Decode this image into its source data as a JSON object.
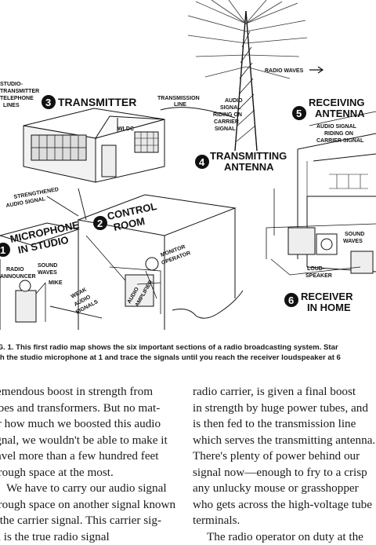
{
  "figure": {
    "labels": {
      "transmitter_num": "3",
      "transmitter": "TRANSMITTER",
      "studio_lines": [
        "STUDIO-",
        "TRANSMITTER",
        "TELEPHONE",
        "LINES"
      ],
      "transmission_line": [
        "TRANSMISSION",
        "LINE"
      ],
      "radio_waves": "RADIO WAVES",
      "audio_signal_riding": [
        "AUDIO",
        "SIGNAL",
        "RIDING ON",
        "CARRIER",
        "SIGNAL"
      ],
      "receiving_num": "5",
      "receiving_antenna": [
        "RECEIVING",
        "ANTENNA"
      ],
      "audio_riding_right": [
        "AUDIO SIGNAL",
        "RIDING ON",
        "CARRIER SIGNAL"
      ],
      "transmitting_num": "4",
      "transmitting_antenna": [
        "TRANSMITTING",
        "ANTENNA"
      ],
      "strengthened": [
        "STRENGTHENED",
        "AUDIO SIGNAL"
      ],
      "control_num": "2",
      "control_room": [
        "CONTROL",
        "ROOM"
      ],
      "microphone_num": "1",
      "microphone_studio": [
        "MICROPHONE",
        "IN STUDIO"
      ],
      "radio_announcer": [
        "RADIO",
        "ANNOUNCER"
      ],
      "sound_waves_left": [
        "SOUND",
        "WAVES"
      ],
      "mike": "MIKE",
      "weak_audio": [
        "WEAK",
        "AUDIO",
        "SIGNALS"
      ],
      "monitor_operator": [
        "MONITOR",
        "OPERATOR"
      ],
      "audio_amplifier": [
        "AUDIO",
        "AMPLIFIER"
      ],
      "sound_waves_right": [
        "SOUND",
        "WAVES"
      ],
      "loudspeaker": [
        "LOUD-",
        "SPEAKER"
      ],
      "receiver_num": "6",
      "receiver_home": [
        "RECEIVER",
        "IN HOME"
      ],
      "station_sign": "WLDC"
    }
  },
  "caption": {
    "line1": "IG. 1. This first radio map shows the six important sections of a radio broadcasting system.   Star",
    "line2": "ith the studio microphone at 1 and trace the signals until you reach the receiver loudspeaker at 6"
  },
  "left_column": [
    "remendous boost in strength from",
    "ubes and transformers.  But no mat-",
    "er how much we boosted this audio",
    "ignal, we wouldn't be able to make it",
    "ravel more than a few hundred feet",
    "hrough space at the most.",
    "We have to carry our audio signal",
    "hrough space on another signal known",
    "s the carrier signal.  This carrier sig-",
    "al is the true radio signal"
  ],
  "right_column": [
    "radio carrier, is given a final boost",
    "in strength by huge power tubes, and",
    "is then fed to the transmission line",
    "which serves the transmitting antenna.",
    "There's plenty of power behind our",
    "signal now—enough to fry to a crisp",
    "any unlucky mouse or grasshopper",
    "who gets across the high-voltage tube",
    "terminals.",
    "The radio operator on duty at the"
  ]
}
